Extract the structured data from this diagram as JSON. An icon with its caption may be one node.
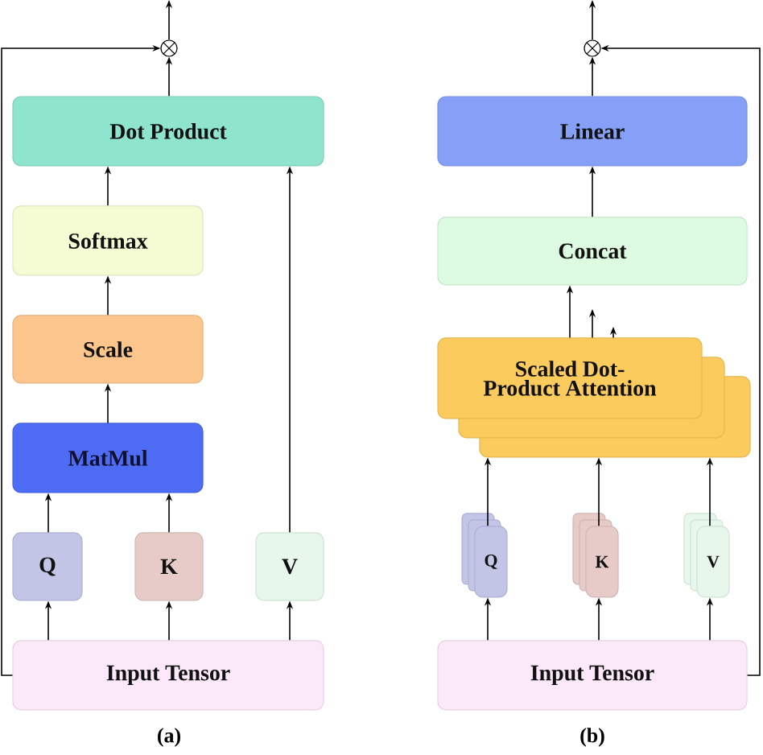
{
  "diagram": {
    "nodes": [
      {
        "text": [
          "Dot Product"
        ]
      },
      {
        "text": [
          "Softmax"
        ]
      },
      {
        "text": [
          "Scale"
        ]
      },
      {
        "text": [
          "MatMul"
        ]
      },
      {
        "text": [
          "Q"
        ]
      },
      {
        "text": [
          "K"
        ]
      },
      {
        "text": [
          "V"
        ]
      },
      {
        "text": [
          "Input Tensor"
        ]
      },
      {
        "text": [],
        "shape": "circle"
      },
      {
        "text": [
          "Linear"
        ]
      },
      {
        "text": [
          "Concat"
        ]
      },
      {
        "text": [
          "Scaled Dot-Product Attention"
        ]
      },
      {
        "text": [
          "Q"
        ]
      },
      {
        "text": [
          "K"
        ]
      },
      {
        "text": [
          "V"
        ]
      },
      {
        "text": [
          "Input Tensor"
        ]
      },
      {
        "text": [],
        "shape": "circle"
      }
    ],
    "edges": [
      {
        "from": 7,
        "to": 4,
        "arrow": "to"
      },
      {
        "from": 7,
        "to": 5,
        "arrow": "to"
      },
      {
        "from": 7,
        "to": 6,
        "arrow": "to"
      },
      {
        "from": 4,
        "to": 3,
        "arrow": "to"
      },
      {
        "from": 5,
        "to": 3,
        "arrow": "to"
      },
      {
        "from": 3,
        "to": 2,
        "arrow": "to"
      },
      {
        "from": 2,
        "to": 1,
        "arrow": "to"
      },
      {
        "from": 1,
        "to": 0,
        "arrow": "to"
      },
      {
        "from": 6,
        "to": 0,
        "arrow": "to"
      },
      {
        "from": 0,
        "to": 8,
        "arrow": "to"
      },
      {
        "from": 8,
        "to": null,
        "arrow": "to"
      },
      {
        "from": 7,
        "to": 8,
        "arrow": "to"
      },
      {
        "from": 15,
        "to": 12,
        "arrow": "to"
      },
      {
        "from": 15,
        "to": 13,
        "arrow": "to"
      },
      {
        "from": 15,
        "to": 14,
        "arrow": "to"
      },
      {
        "from": 12,
        "to": 11,
        "arrow": "to"
      },
      {
        "from": 13,
        "to": 11,
        "arrow": "to"
      },
      {
        "from": 14,
        "to": 11,
        "arrow": "to"
      },
      {
        "from": 11,
        "to": 10,
        "arrow": "to"
      },
      {
        "from": 11,
        "to": null,
        "arrow": "to"
      },
      {
        "from": 11,
        "to": null,
        "arrow": "to"
      },
      {
        "from": 10,
        "to": 9,
        "arrow": "to"
      },
      {
        "from": 9,
        "to": 16,
        "arrow": "to"
      },
      {
        "from": 16,
        "to": null,
        "arrow": "to"
      },
      {
        "from": 15,
        "to": 16,
        "arrow": "to"
      }
    ],
    "labels": [
      "(a)",
      "(b)"
    ]
  }
}
